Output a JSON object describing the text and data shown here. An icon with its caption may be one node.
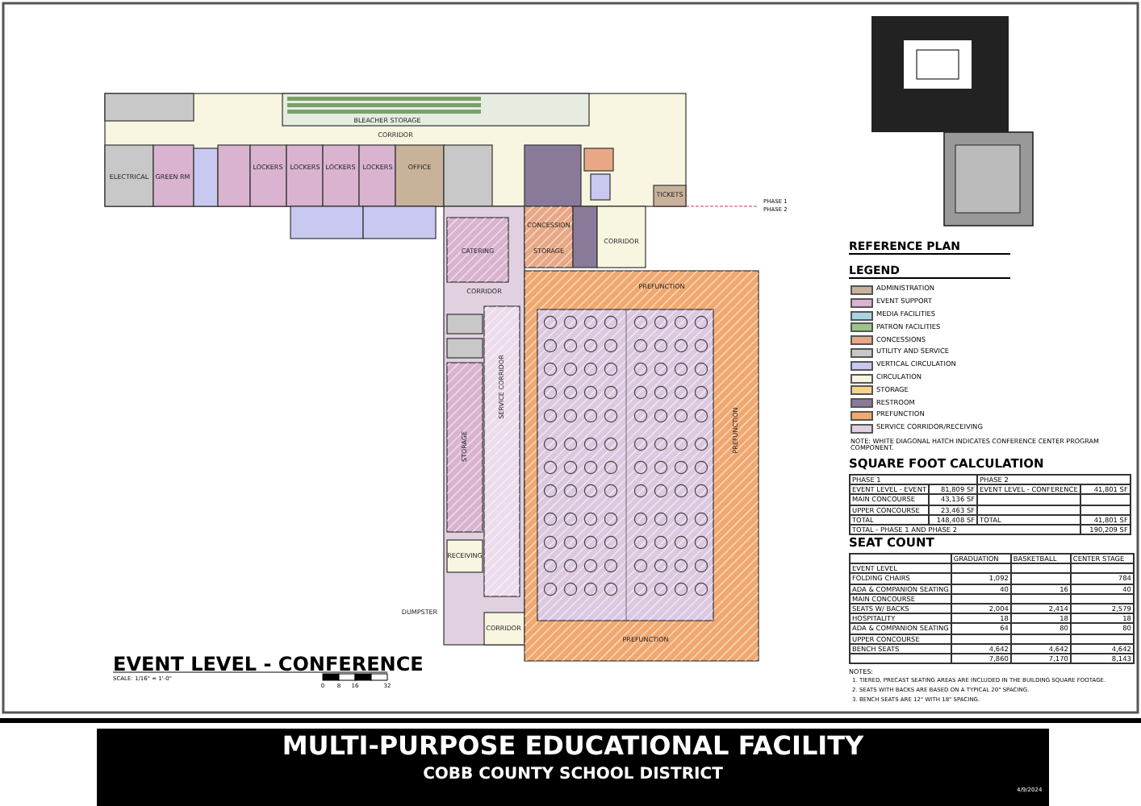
{
  "diagram": {
    "title": "MULTI-PURPOSE EDUCATIONAL FACILITY",
    "labels": [
      "COBB COUNTY SCHOOL DISTRICT",
      "4/9/2024",
      "EVENT LEVEL - CONFERENCE",
      "SCALE: 1/16\" = 1'-0\"",
      "0",
      "8",
      "16",
      "32",
      "REFERENCE PLAN",
      "LEGEND",
      "NOTE: WHITE DIAGONAL HATCH INDICATES CONFERENCE CENTER PROGRAM COMPONENT.",
      "SQUARE FOOT CALCULATION",
      "PHASE 1",
      "PHASE 2",
      "EVENT LEVEL - EVENT",
      "81,809 SF",
      "EVENT LEVEL - CONFERENCE",
      "41,801 SF",
      "MAIN CONCOURSE",
      "43,136 SF",
      "UPPER CONCOURSE",
      "23,463 SF",
      "TOTAL",
      "148,408 SF",
      "TOTAL",
      "41,801 SF",
      "TOTAL - PHASE 1 AND PHASE 2",
      "190,209 SF",
      "SEAT COUNT",
      "GRADUATION",
      "BASKETBALL",
      "CENTER STAGE",
      "EVENT LEVEL",
      "FOLDING CHAIRS",
      "1,092",
      "784",
      "ADA & COMPANION SEATING",
      "40",
      "16",
      "40",
      "MAIN CONCOURSE",
      "SEATS W/ BACKS",
      "2,004",
      "2,414",
      "2,579",
      "HOSPITALITY",
      "18",
      "18",
      "18",
      "ADA & COMPANION SEATING",
      "64",
      "80",
      "80",
      "UPPER CONCOURSE",
      "BENCH SEATS",
      "4,642",
      "4,642",
      "4,642",
      "7,860",
      "7,170",
      "8,143",
      "NOTES:",
      "1. TIERED, PRECAST SEATING AREAS ARE INCLUDED IN THE BUILDING SQUARE FOOTAGE.",
      "2. SEATS WITH BACKS ARE BASED ON A TYPICAL 20\" SPACING.",
      "3. BENCH SEATS ARE 12\" WITH 18\" SPACING.",
      "PHASE 1",
      "PHASE 2",
      "BLEACHER STORAGE",
      "CORRIDOR",
      "ELECTRICAL",
      "GREEN RM",
      "LOCKERS",
      "LOCKERS",
      "LOCKERS",
      "LOCKERS",
      "OFFICE",
      "CATERING",
      "CONCESSION",
      "STORAGE",
      "TICKETS",
      "CORRIDOR",
      "PREFUNCTION",
      "PREFUNCTION",
      "PREFUNCTION",
      "STORAGE",
      "SERVICE CORRIDOR",
      "RECEIVING",
      "CORRIDOR",
      "DUMPSTER",
      "CORRIDOR"
    ],
    "legend": [
      {
        "text": "ADMINISTRATION",
        "color": "#c9b29a"
      },
      {
        "text": "EVENT SUPPORT",
        "color": "#d9b3d0"
      },
      {
        "text": "MEDIA FACILITIES",
        "color": "#a9d4e0"
      },
      {
        "text": "PATRON FACILITIES",
        "color": "#9cc48a"
      },
      {
        "text": "CONCESSIONS",
        "color": "#e8a886"
      },
      {
        "text": "UTILITY AND SERVICE",
        "color": "#c8c8c8"
      },
      {
        "text": "VERTICAL CIRCULATION",
        "color": "#c8c8f0"
      },
      {
        "text": "CIRCULATION",
        "color": "#f8f5e0"
      },
      {
        "text": "STORAGE",
        "color": "#f5d48a"
      },
      {
        "text": "RESTROOM",
        "color": "#8a7a9a"
      },
      {
        "text": "PREFUNCTION",
        "color": "#f0a870"
      },
      {
        "text": "SERVICE CORRIDOR/RECEIVING",
        "color": "#e0d0e0"
      }
    ]
  }
}
